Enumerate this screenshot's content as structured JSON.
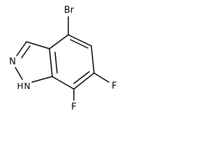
{
  "molecule": {
    "atoms": {
      "bromine": "Br",
      "fluorine_top": "F",
      "fluorine_bottom": "F",
      "nitrogen_n2": "N",
      "nitrogen_nh": "N",
      "hydrogen_nh": "H"
    }
  }
}
